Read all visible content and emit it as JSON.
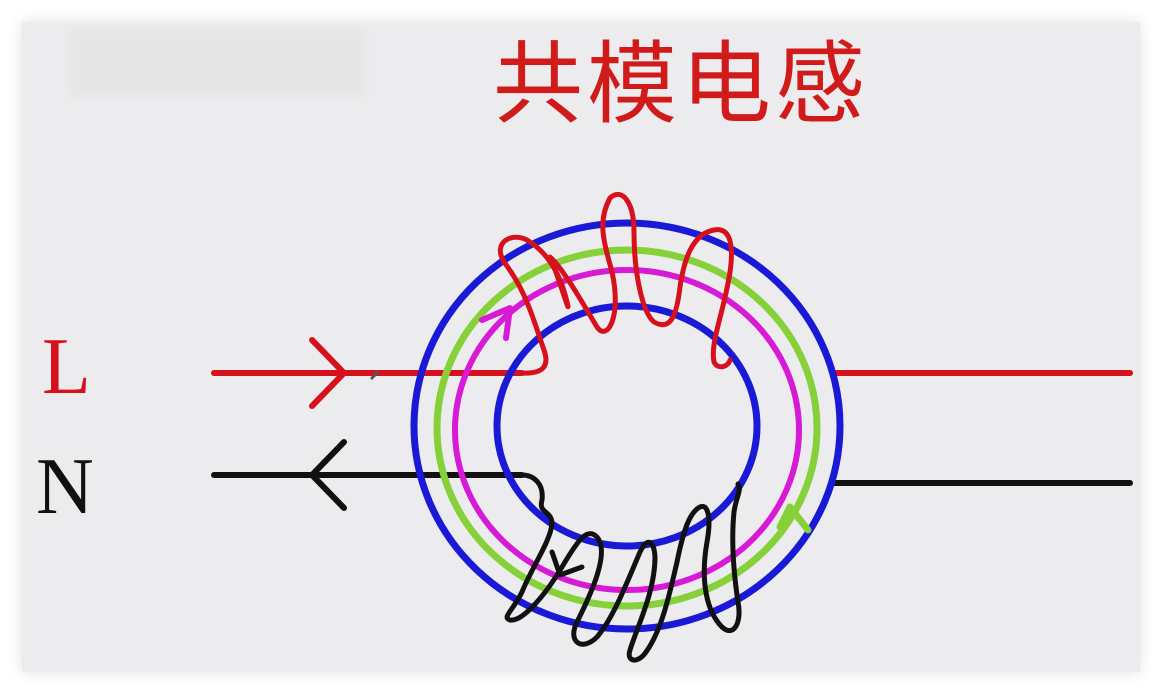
{
  "title": "共模电感",
  "labels": {
    "line": "L",
    "neutral": "N"
  },
  "colors": {
    "background": "#ecebed",
    "title": "#d11a1a",
    "line_wire": "#d7101d",
    "neutral_wire": "#111111",
    "core": "#1a1ad6",
    "flux_green": "#86d13a",
    "flux_magenta": "#d61ad6"
  },
  "icons": [
    "arrow-right-icon",
    "arrow-left-icon"
  ]
}
